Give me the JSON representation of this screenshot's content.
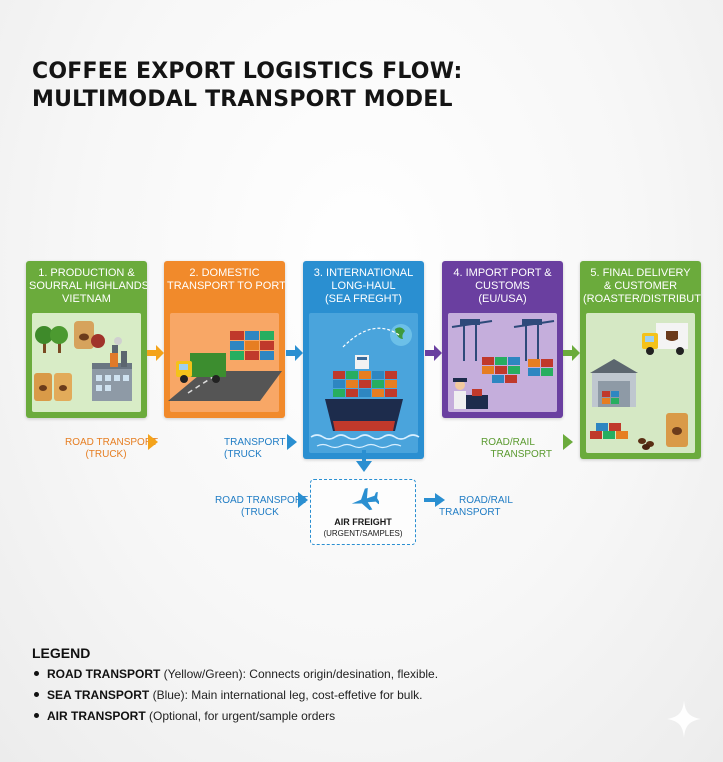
{
  "title": {
    "line1": "COFFEE EXPORT LOGISTICS FLOW:",
    "line2": "MULTIMODAL TRANSPORT MODEL"
  },
  "stages": [
    {
      "line1": "1.  PRODUCTION &",
      "line2": "SOURRAL HIGHLANDS,",
      "line3": "VIETNAM",
      "color": "#6bab3c"
    },
    {
      "line1": "2. DOMESTIC",
      "line2": "TRANSPORT TO PORT",
      "line3": "",
      "color": "#f18a2b"
    },
    {
      "line1": "3. INTERNATIONAL",
      "line2": "LONG-HAUL",
      "line3": "(SEA FREGHT)",
      "color": "#2a8fd1"
    },
    {
      "line1": "4. IMPORT PORT &",
      "line2": "CUSTOMS",
      "line3": "(EU/USA)",
      "color": "#6a3fa0"
    },
    {
      "line1": "5. FINAL DELIVERY",
      "line2": "& CUSTOMER",
      "line3": "(ROASTER/DISTRIBUTOR)",
      "color": "#6bab3c"
    }
  ],
  "modes": {
    "road1": {
      "line1": "ROAD TRANSPORT",
      "line2": "(TRUCK)"
    },
    "transport2": {
      "line1": "TRANSPORT",
      "line2": "(TRUCK"
    },
    "road_rail1": {
      "line1": "ROAD/RAIL",
      "line2": "TRANSPORT"
    },
    "road3": {
      "line1": "ROAD TRANSPORT",
      "line2": "(TRUCK"
    },
    "road_rail2": {
      "line1": "ROAD/RAIL",
      "line2": "TRANSPORT"
    }
  },
  "air": {
    "title": "AIR FREIGHT",
    "subtitle": "(URGENT/SAMPLES)",
    "icon": "airplane-icon"
  },
  "legend": {
    "title": "LEGEND",
    "items": [
      {
        "bold": "ROAD TRANSPORT",
        "text": " (Yellow/Green): Connects origin/desination, flexible."
      },
      {
        "bold": "SEA TRANSPORT",
        "text": " (Blue): Main international leg, cost-effetive for bulk."
      },
      {
        "bold": "AIR TRANSPORT",
        "text": " (Optional, for urgent/sample orders"
      }
    ]
  },
  "colors": {
    "road": "#e67e22",
    "sea": "#1f7cc4",
    "rail": "#5a9a2f",
    "import": "#6a3fa0"
  }
}
